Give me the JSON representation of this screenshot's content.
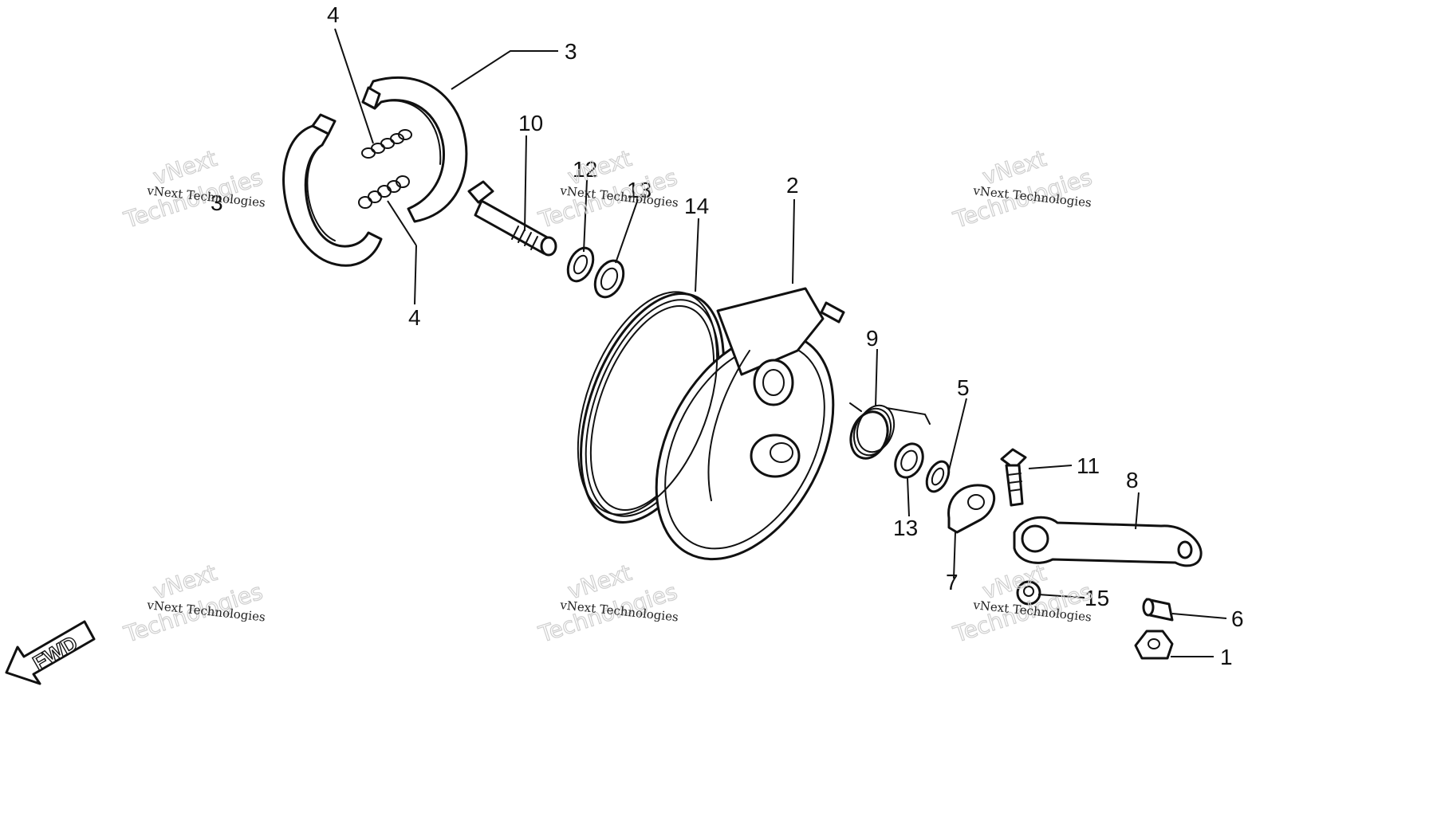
{
  "diagram": {
    "callouts": [
      {
        "id": "c1",
        "label": "1"
      },
      {
        "id": "c2",
        "label": "2"
      },
      {
        "id": "c3a",
        "label": "3"
      },
      {
        "id": "c3b",
        "label": "3"
      },
      {
        "id": "c4a",
        "label": "4"
      },
      {
        "id": "c4b",
        "label": "4"
      },
      {
        "id": "c5",
        "label": "5"
      },
      {
        "id": "c6",
        "label": "6"
      },
      {
        "id": "c7",
        "label": "7"
      },
      {
        "id": "c8",
        "label": "8"
      },
      {
        "id": "c9",
        "label": "9"
      },
      {
        "id": "c10",
        "label": "10"
      },
      {
        "id": "c11",
        "label": "11"
      },
      {
        "id": "c12",
        "label": "12"
      },
      {
        "id": "c13a",
        "label": "13"
      },
      {
        "id": "c13b",
        "label": "13"
      },
      {
        "id": "c14",
        "label": "14"
      },
      {
        "id": "c15",
        "label": "15"
      }
    ],
    "fwd_label": "FWD",
    "watermark": {
      "line1": "vNext Technologies",
      "line2": "vNext",
      "line3": "Technologies"
    }
  }
}
